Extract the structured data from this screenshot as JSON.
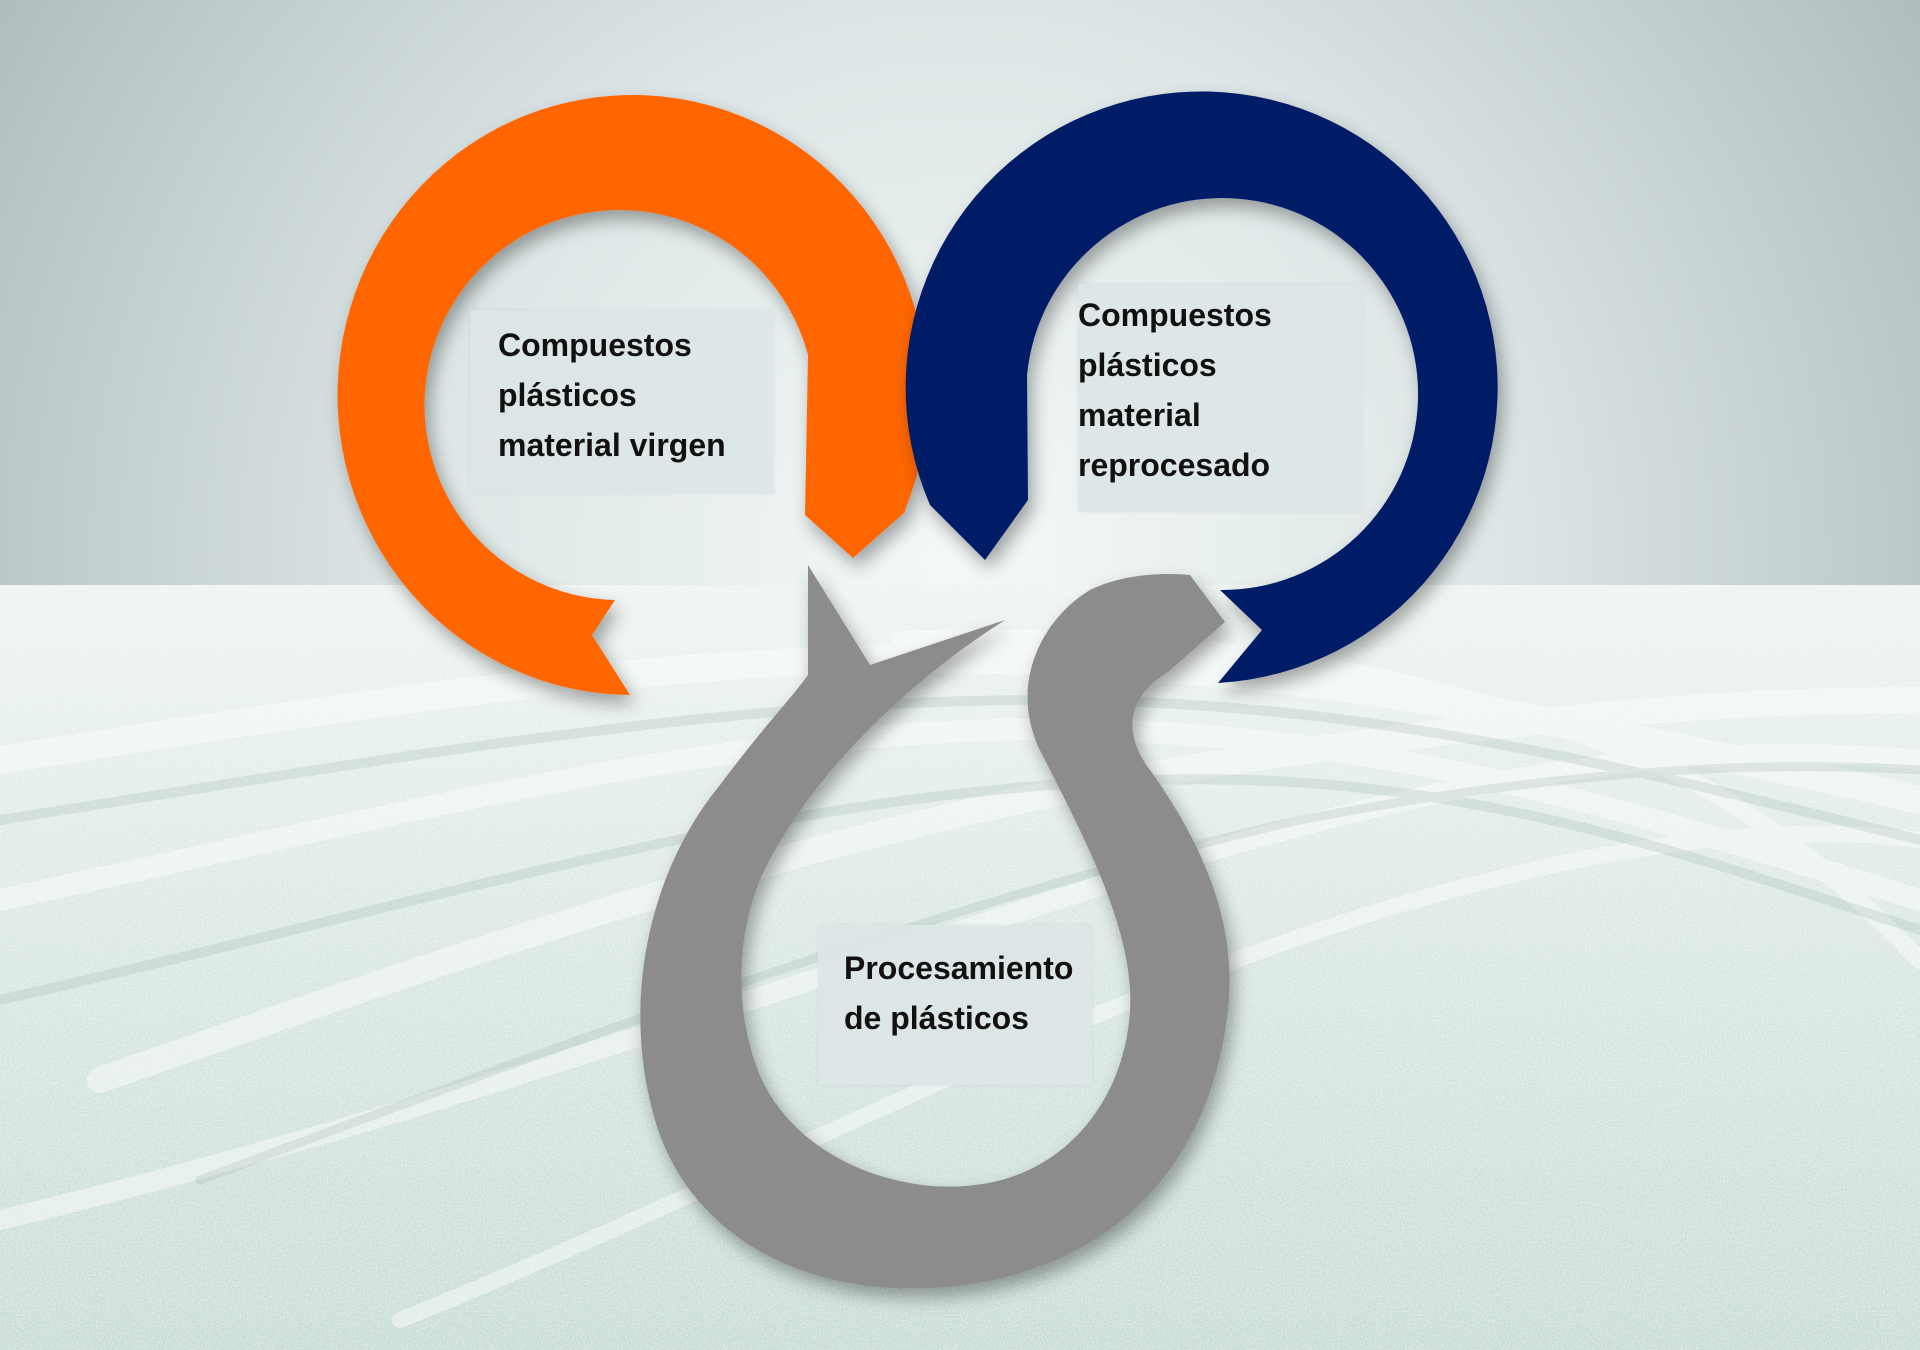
{
  "diagram": {
    "nodes": [
      {
        "id": "virgin",
        "label": "Compuestos\nplásticos\nmaterial virgen"
      },
      {
        "id": "reprocessed",
        "label": "Compuestos\nplásticos\nmaterial\nreprocesado"
      },
      {
        "id": "processing",
        "label": "Procesamiento\nde plásticos"
      }
    ],
    "colors": {
      "virgin_arrow": "#FF6600",
      "reprocessed_arrow": "#001D66",
      "processing_arrow": "#8C8C8C",
      "background_sky": "#D3DDDD",
      "background_granules": "#D8E7E3"
    },
    "icons": [
      "orange-cycle-arrow-icon",
      "navy-cycle-arrow-icon",
      "gray-cycle-arrow-icon"
    ]
  }
}
